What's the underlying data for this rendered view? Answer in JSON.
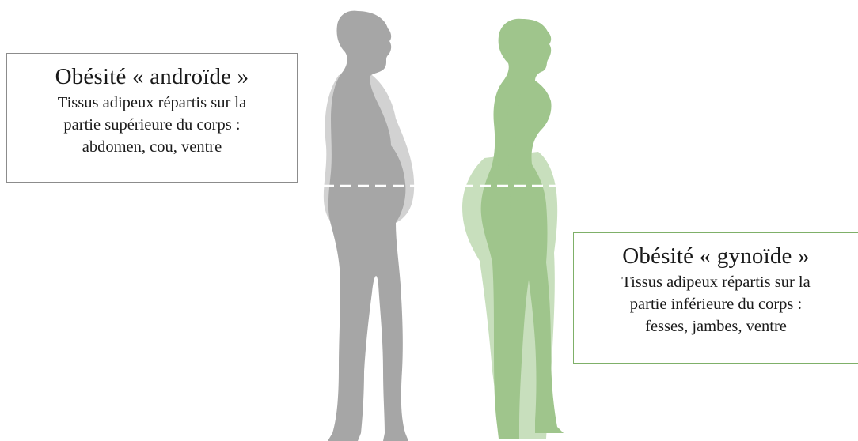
{
  "colors": {
    "android_body": "#a6a6a6",
    "android_fat": "#d2d2d2",
    "gynoid_body": "#9fc58c",
    "gynoid_fat": "#c8dfbd",
    "dashed_line": "#ffffff",
    "android_border": "#8c8c8c",
    "gynoid_border": "#7fb069"
  },
  "android": {
    "title": "Obésité « androïde »",
    "description": "Tissus adipeux répartis  sur la\npartie supérieure du corps :\nabdomen, cou, ventre"
  },
  "gynoid": {
    "title": "Obésité « gynoïde »",
    "description": "Tissus adipeux répartis sur la\npartie inférieure du corps :\nfesses, jambes, ventre"
  }
}
